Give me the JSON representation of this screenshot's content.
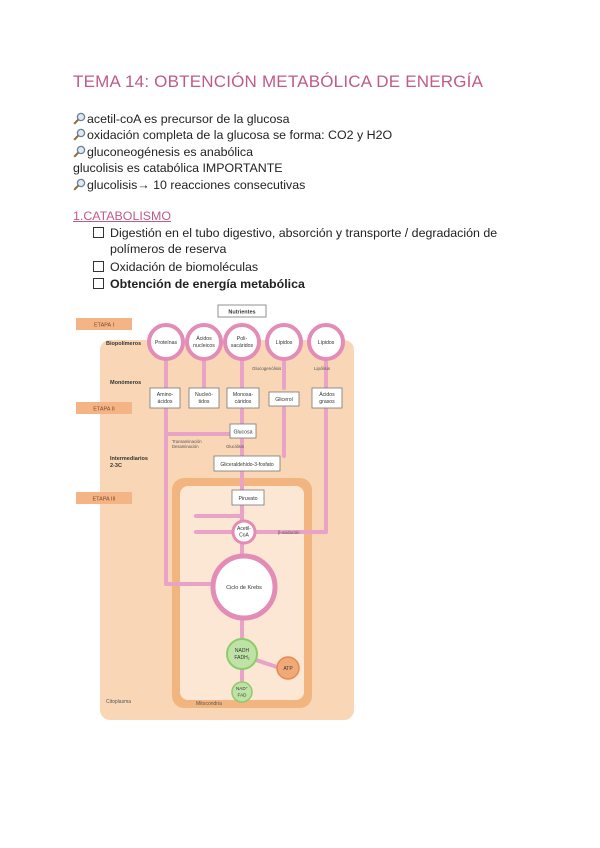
{
  "page_title": "TEMA 14: OBTENCIÓN METABÓLICA DE ENERGÍA",
  "notes": [
    {
      "icon": "magnifier-icon",
      "text": "acetil-coA es precursor de la glucosa"
    },
    {
      "icon": "magnifier-icon",
      "text": "oxidación completa de la glucosa se forma: CO2 y H2O"
    },
    {
      "icon": "magnifier-icon",
      "text": "gluconeogénesis es anabólica"
    },
    {
      "icon": null,
      "text": "glucolisis es catabólica IMPORTANTE"
    },
    {
      "icon": "magnifier-icon",
      "text": "glucolisis→ 10 reacciones consecutivas"
    }
  ],
  "section_heading": "1.CATABOLISMO",
  "checklist": [
    {
      "text": "Digestión en el tubo digestivo, absorción y transporte / degradación de polímeros de reserva",
      "bold": false
    },
    {
      "text": "Oxidación de biomoléculas",
      "bold": false
    },
    {
      "text": "Obtención de energía metabólica",
      "bold": true
    }
  ],
  "figure": {
    "nutrientes": "Nutrientes",
    "stage1": "ETAPA I",
    "stage2": "ETAPA II",
    "stage3": "ETAPA III",
    "biopolimeros": "Biopolímeros",
    "monomeros": "Monómeros",
    "intermediarios_1": "Intermediarios",
    "intermediarios_2": "2-3C",
    "polymers": [
      "Proteínas",
      "Ácidos",
      "nucleicos",
      "Poli-",
      "sacáridos",
      "Lípidos",
      "Lípidos"
    ],
    "monomers": [
      "Amino-",
      "ácidos",
      "Nucleó-",
      "tidos",
      "Monosa-",
      "cáridos",
      "Glicerol",
      "Ácidos",
      "grasos"
    ],
    "glucosa": "Glucosa",
    "gliceraldehido": "Gliceraldehído-3-fosfato",
    "piruvato": "Piruvato",
    "acetil_1": "Acetil-",
    "acetil_2": "CoA",
    "ciclo": "Ciclo de Krebs",
    "nadh_1": "NADH",
    "nadh_2": "FADH₂",
    "atp": "ATP",
    "nad_1": "NAD⁺",
    "nad_2": "FAD",
    "citoplasma": "Citoplasma",
    "mitocondria": "Mitocondria",
    "glucogenolisis": "Glucogenólisis",
    "lipolisis": "Lipólisis",
    "transaminacion_1": "Transaminación",
    "transaminacion_2": "Desaminación",
    "glucolisis": "Glucólisis",
    "beta_oxidacion": "β-oxidación"
  }
}
